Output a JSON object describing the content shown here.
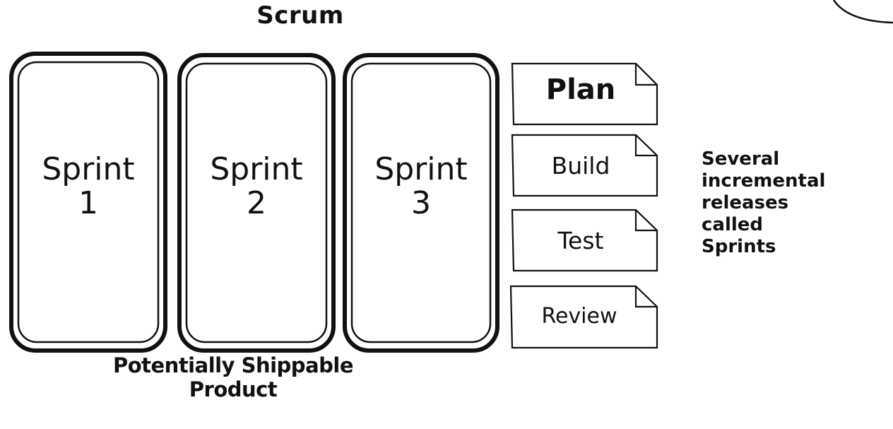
{
  "title": "Scrum",
  "sprints": [
    {
      "word": "Sprint",
      "number": "1"
    },
    {
      "word": "Sprint",
      "number": "2"
    },
    {
      "word": "Sprint",
      "number": "3"
    }
  ],
  "steps": [
    "Plan",
    "Build",
    "Test",
    "Review"
  ],
  "caption": "Potentially Shippable Product",
  "note_lines": [
    "Several",
    "incremental",
    "releases",
    "called",
    "Sprints"
  ],
  "colors": {
    "ink": "#111111",
    "background": "#ffffff"
  }
}
